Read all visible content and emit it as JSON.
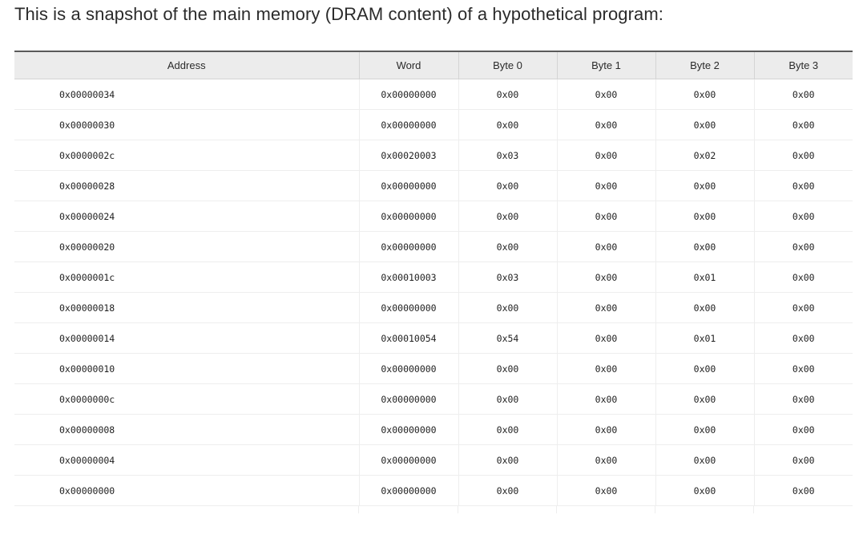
{
  "page": {
    "title": "This is a snapshot of the main memory (DRAM content) of a hypothetical program:"
  },
  "colors": {
    "header_background": "#ececec",
    "header_top_border": "#5a5a5a",
    "row_separator": "#eeeeee",
    "text": "#2b2b2b",
    "value_text": "#1f1f1f",
    "page_background": "#ffffff"
  },
  "table": {
    "name": "dram-memory-snapshot",
    "columns": [
      {
        "key": "address",
        "label": "Address"
      },
      {
        "key": "word",
        "label": "Word"
      },
      {
        "key": "byte0",
        "label": "Byte 0"
      },
      {
        "key": "byte1",
        "label": "Byte 1"
      },
      {
        "key": "byte2",
        "label": "Byte 2"
      },
      {
        "key": "byte3",
        "label": "Byte 3"
      }
    ],
    "rows": [
      {
        "address": "0x00000034",
        "word": "0x00000000",
        "byte0": "0x00",
        "byte1": "0x00",
        "byte2": "0x00",
        "byte3": "0x00"
      },
      {
        "address": "0x00000030",
        "word": "0x00000000",
        "byte0": "0x00",
        "byte1": "0x00",
        "byte2": "0x00",
        "byte3": "0x00"
      },
      {
        "address": "0x0000002c",
        "word": "0x00020003",
        "byte0": "0x03",
        "byte1": "0x00",
        "byte2": "0x02",
        "byte3": "0x00"
      },
      {
        "address": "0x00000028",
        "word": "0x00000000",
        "byte0": "0x00",
        "byte1": "0x00",
        "byte2": "0x00",
        "byte3": "0x00"
      },
      {
        "address": "0x00000024",
        "word": "0x00000000",
        "byte0": "0x00",
        "byte1": "0x00",
        "byte2": "0x00",
        "byte3": "0x00"
      },
      {
        "address": "0x00000020",
        "word": "0x00000000",
        "byte0": "0x00",
        "byte1": "0x00",
        "byte2": "0x00",
        "byte3": "0x00"
      },
      {
        "address": "0x0000001c",
        "word": "0x00010003",
        "byte0": "0x03",
        "byte1": "0x00",
        "byte2": "0x01",
        "byte3": "0x00"
      },
      {
        "address": "0x00000018",
        "word": "0x00000000",
        "byte0": "0x00",
        "byte1": "0x00",
        "byte2": "0x00",
        "byte3": "0x00"
      },
      {
        "address": "0x00000014",
        "word": "0x00010054",
        "byte0": "0x54",
        "byte1": "0x00",
        "byte2": "0x01",
        "byte3": "0x00"
      },
      {
        "address": "0x00000010",
        "word": "0x00000000",
        "byte0": "0x00",
        "byte1": "0x00",
        "byte2": "0x00",
        "byte3": "0x00"
      },
      {
        "address": "0x0000000c",
        "word": "0x00000000",
        "byte0": "0x00",
        "byte1": "0x00",
        "byte2": "0x00",
        "byte3": "0x00"
      },
      {
        "address": "0x00000008",
        "word": "0x00000000",
        "byte0": "0x00",
        "byte1": "0x00",
        "byte2": "0x00",
        "byte3": "0x00"
      },
      {
        "address": "0x00000004",
        "word": "0x00000000",
        "byte0": "0x00",
        "byte1": "0x00",
        "byte2": "0x00",
        "byte3": "0x00"
      },
      {
        "address": "0x00000000",
        "word": "0x00000000",
        "byte0": "0x00",
        "byte1": "0x00",
        "byte2": "0x00",
        "byte3": "0x00"
      }
    ]
  }
}
